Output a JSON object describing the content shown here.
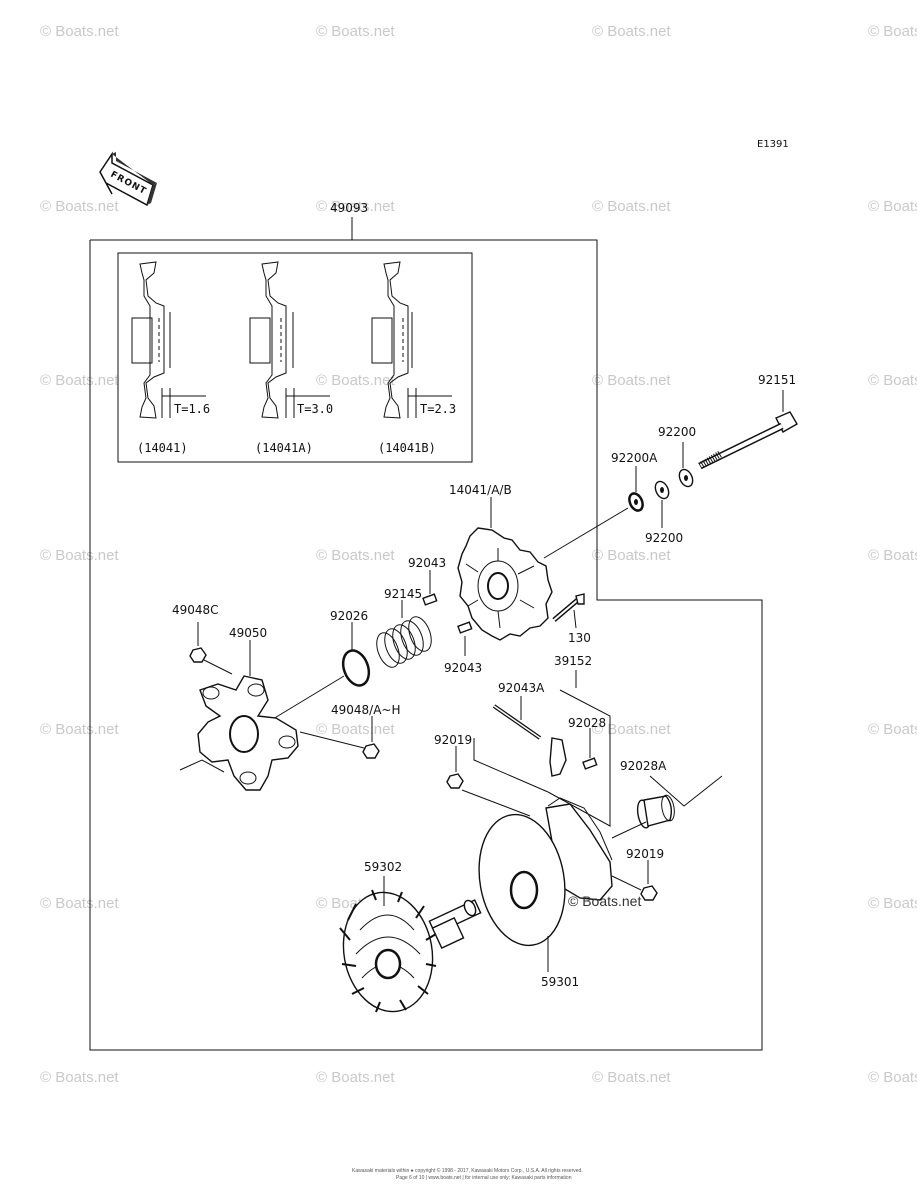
{
  "watermark": "© Boats.net",
  "diagram_code": "E1391",
  "front_label": "FRONT",
  "assembly_label": "49093",
  "inset": {
    "items": [
      {
        "caption": "(14041)",
        "thickness": "T=1.6"
      },
      {
        "caption": "(14041A)",
        "thickness": "T=3.0"
      },
      {
        "caption": "(14041B)",
        "thickness": "T=2.3"
      }
    ]
  },
  "parts": {
    "p92151": "92151",
    "p92200_top": "92200",
    "p92200a": "92200A",
    "p92200_bottom": "92200",
    "p14041": "14041/A/B",
    "p92043_top": "92043",
    "p92145": "92145",
    "p92026": "92026",
    "p130": "130",
    "p92043_bottom": "92043",
    "p49048c": "49048C",
    "p49050": "49050",
    "p49048a": "49048/A~H",
    "p39152": "39152",
    "p92043a": "92043A",
    "p92028": "92028",
    "p92019_left": "92019",
    "p92028a": "92028A",
    "p92019_right": "92019",
    "p59302": "59302",
    "p59301": "59301"
  },
  "footer": {
    "line1": "Kawasaki materials within ● copyright © 1998 - 2017, Kawasaki Motors Corp., U.S.A. All rights reserved.",
    "line2": "Page 6 of 10 | www.boats.net | for internal use only; Kawasaki parts information"
  }
}
